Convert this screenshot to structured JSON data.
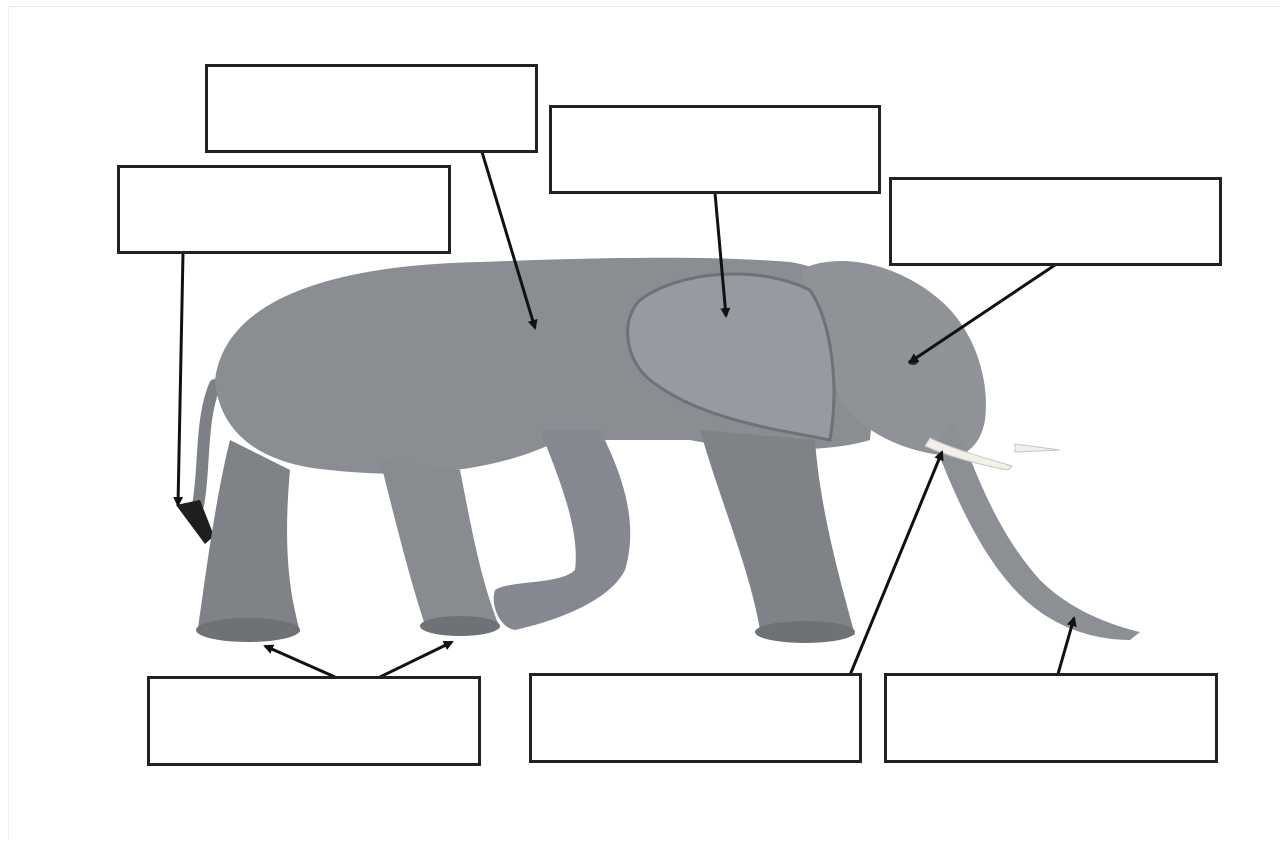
{
  "worksheet": {
    "label_boxes": [
      {
        "id": "box-back",
        "text": ""
      },
      {
        "id": "box-ear",
        "text": ""
      },
      {
        "id": "box-tail",
        "text": ""
      },
      {
        "id": "box-eye",
        "text": ""
      },
      {
        "id": "box-feet",
        "text": ""
      },
      {
        "id": "box-tusk",
        "text": ""
      },
      {
        "id": "box-trunk",
        "text": ""
      }
    ]
  },
  "colors": {
    "elephant_skin": "#8a8d92",
    "elephant_shadow": "#6e7175",
    "tusk": "#f2f0ea",
    "line": "#111111",
    "box_border": "#222222"
  }
}
